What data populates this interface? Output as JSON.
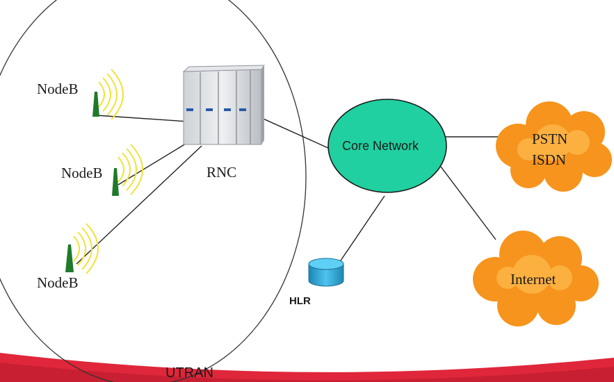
{
  "diagram": {
    "region_label": "UTRAN",
    "nodeb_labels": [
      "NodeB",
      "NodeB",
      "NodeB"
    ],
    "rnc_label": "RNC",
    "core_label": "Core Network",
    "hlr_label": "HLR",
    "pstn_isdn_lines": [
      "PSTN",
      "ISDN"
    ],
    "internet_label": "Internet"
  },
  "colors": {
    "core_fill": "#20d0a0",
    "cloud_fill": "#f7941d",
    "cloud_light": "#fbb040",
    "hlr_fill": "#2aa7d6",
    "banner": "#e0263a",
    "antenna": "#1f7a2a",
    "waves": "#f2e23a"
  }
}
